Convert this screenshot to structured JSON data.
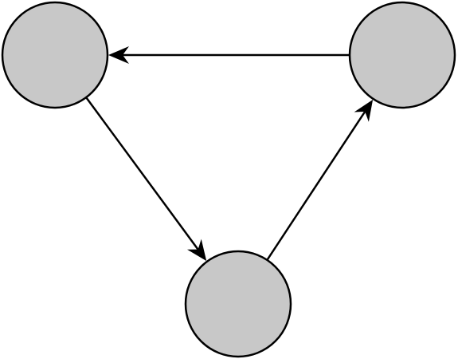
{
  "diagram": {
    "type": "directed-cycle",
    "colors": {
      "node_fill": "#c8c8c8",
      "stroke": "#000000",
      "background": "#ffffff"
    },
    "nodes": [
      {
        "id": "left",
        "label": ""
      },
      {
        "id": "right",
        "label": ""
      },
      {
        "id": "bottom",
        "label": ""
      }
    ],
    "edges": [
      {
        "from": "right",
        "to": "left"
      },
      {
        "from": "left",
        "to": "bottom"
      },
      {
        "from": "bottom",
        "to": "right"
      }
    ]
  }
}
